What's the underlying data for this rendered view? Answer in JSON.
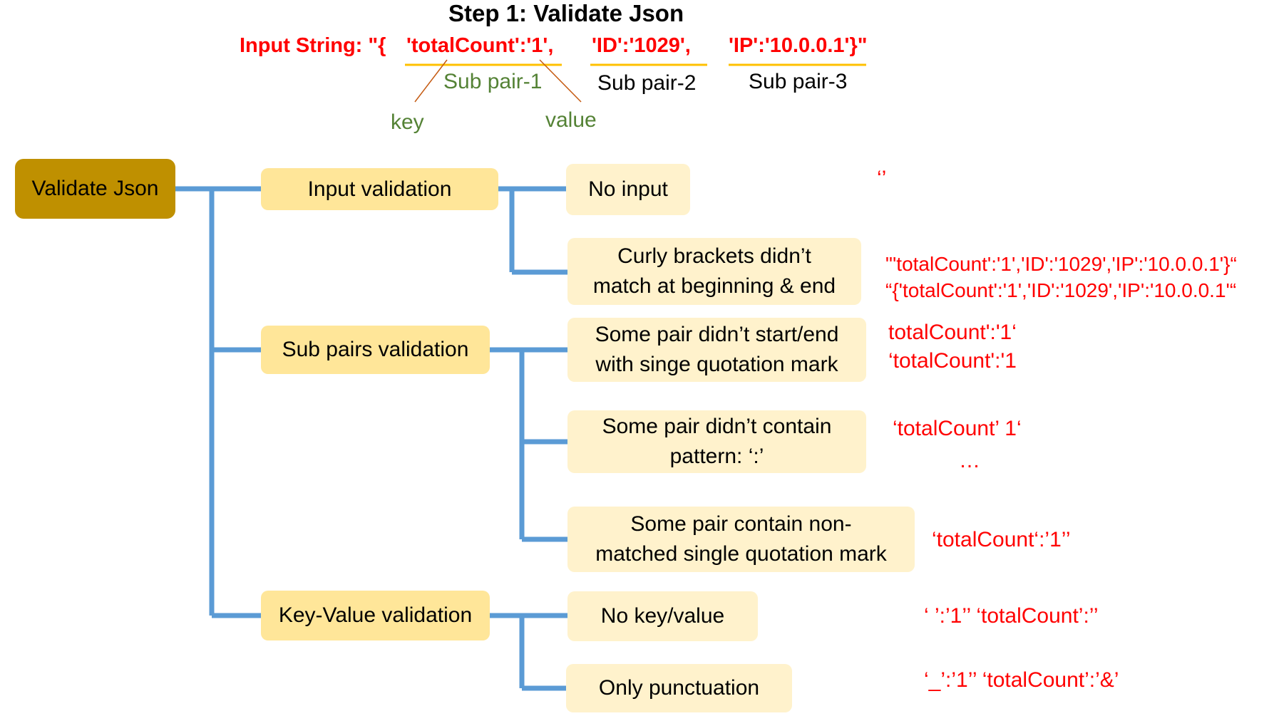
{
  "title": "Step 1: Validate Json",
  "input": {
    "prefix": "Input String: \"{",
    "pair1": "'totalCount':'1',",
    "pair2": "'ID':'1029',",
    "pair3": "'IP':'10.0.0.1'}\""
  },
  "annotations": {
    "sub_pair_1": "Sub pair-1",
    "sub_pair_2": "Sub pair-2",
    "sub_pair_3": "Sub pair-3",
    "key": "key",
    "value": "value"
  },
  "root": "Validate Json",
  "categories": {
    "input": "Input validation",
    "sub_pairs": "Sub pairs validation",
    "key_value": "Key-Value validation"
  },
  "cases": {
    "no_input": "No input",
    "curly_line1": "Curly brackets didn’t",
    "curly_line2": "match at beginning & end",
    "quote_line1": "Some pair didn’t start/end",
    "quote_line2": "with singe quotation mark",
    "pattern_line1": "Some pair didn’t contain",
    "pattern_line2": "pattern: ‘:’",
    "nonmatch_line1": "Some pair contain non-",
    "nonmatch_line2": "matched single quotation mark",
    "no_key_value": "No key/value",
    "only_punct": "Only punctuation"
  },
  "examples": {
    "no_input": "‘’",
    "curly_1": "\"'totalCount':'1','ID':'1029','IP':'10.0.0.1'}“",
    "curly_2": "“{'totalCount':'1','ID':'1029','IP':'10.0.0.1'“",
    "quote_1": "totalCount':'1‘",
    "quote_2": "‘totalCount':'1",
    "pattern_1": "‘totalCount’ 1‘",
    "pattern_2": "…",
    "nonmatch": "‘totalCount‘:’1’’",
    "no_kv": "‘ ’:’1’’   ‘totalCount’:’’",
    "punct": "‘_’:’1’’    ‘totalCount’:’&’"
  },
  "colors": {
    "connector": "#5b9bd5",
    "root_fill": "#bf9000",
    "category_fill": "#ffe699",
    "case_fill": "#fff2cc",
    "example_text": "#ff0000",
    "annotation_green": "#548235",
    "underline": "#ffc000"
  }
}
